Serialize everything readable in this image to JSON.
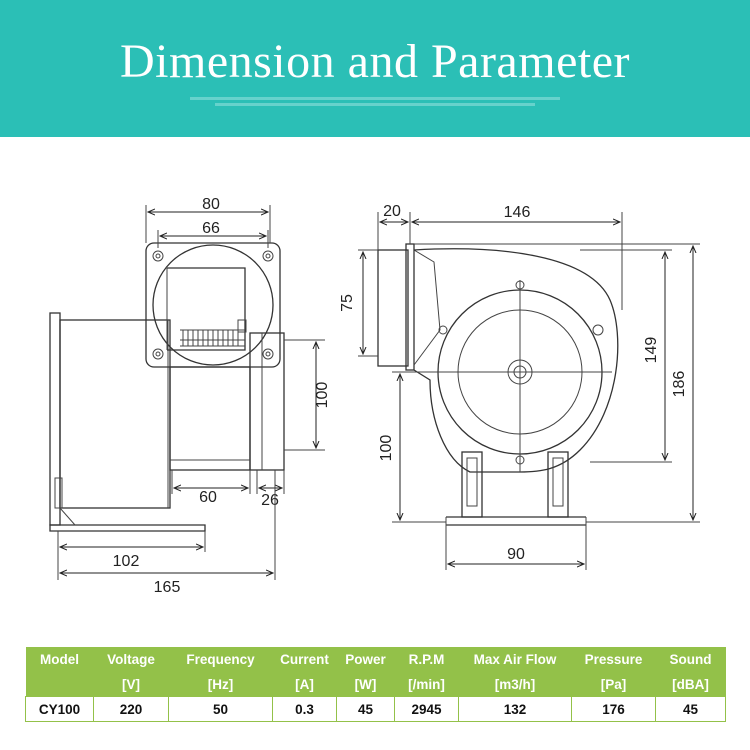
{
  "banner": {
    "title": "Dimension and Parameter",
    "accent_color": "#2bbfb6"
  },
  "drawing": {
    "front_view": {
      "dims": {
        "flange_width": "80",
        "flange_hole_spacing": "66",
        "outlet_height": "100",
        "outlet_width": "60",
        "outlet_offset": "26",
        "base_length": "102",
        "overall_length": "165"
      }
    },
    "side_view": {
      "dims": {
        "flange_thickness": "20",
        "body_width": "146",
        "outlet_height": "75",
        "housing_height": "149",
        "overall_height": "186",
        "center_height": "100",
        "base_width": "90"
      }
    }
  },
  "table": {
    "header_color": "#93c149",
    "columns": [
      {
        "label": "Model",
        "unit": ""
      },
      {
        "label": "Voltage",
        "unit": "[V]"
      },
      {
        "label": "Frequency",
        "unit": "[Hz]"
      },
      {
        "label": "Current",
        "unit": "[A]"
      },
      {
        "label": "Power",
        "unit": "[W]"
      },
      {
        "label": "R.P.M",
        "unit": "[/min]"
      },
      {
        "label": "Max Air Flow",
        "unit": "[m3/h]"
      },
      {
        "label": "Pressure",
        "unit": "[Pa]"
      },
      {
        "label": "Sound",
        "unit": "[dBA]"
      }
    ],
    "rows": [
      [
        "CY100",
        "220",
        "50",
        "0.3",
        "45",
        "2945",
        "132",
        "176",
        "45"
      ]
    ]
  }
}
